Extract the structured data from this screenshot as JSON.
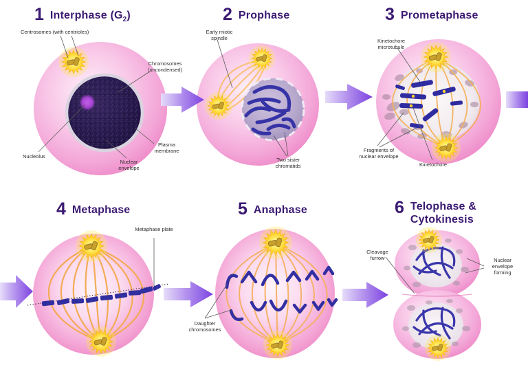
{
  "diagram_type": "mitosis-phases",
  "colors": {
    "title_purple": "#3b1a72",
    "label_text": "#2d2d2d",
    "arrow_light": "#e6dcf9",
    "arrow_dark": "#7c42e0",
    "cell_pink_rim": "#ee86c6",
    "cell_pink_inner": "#fdeef8",
    "interphase_nucleus": "#251a4a",
    "nucleolus_purple": "#a844d4",
    "chromosome_blue": "#3331a4",
    "spindle_orange": "#f2a84e",
    "centrosome_yellow": "#ffd826"
  },
  "panels": [
    {
      "number": "1",
      "title_pre": "Interphase (G",
      "title_sub": "2",
      "title_post": ")",
      "labels": [
        {
          "id": "centrosomes",
          "text": "Centrosomes (with centrioles)"
        },
        {
          "id": "chromosomes-uncondensed",
          "text": "Chromosomes (uncondensed)"
        },
        {
          "id": "plasma-membrane",
          "text": "Plasma membrane"
        },
        {
          "id": "nuclear-envelope",
          "text": "Nuclear envelope"
        },
        {
          "id": "nucleolus",
          "text": "Nucleolus"
        }
      ]
    },
    {
      "number": "2",
      "title_pre": "Prophase",
      "title_sub": "",
      "title_post": "",
      "labels": [
        {
          "id": "early-miotic-spindle",
          "text": "Early miotic spindle"
        },
        {
          "id": "two-sister-chromatids",
          "text": "Two sister chromatids"
        }
      ]
    },
    {
      "number": "3",
      "title_pre": "Prometaphase",
      "title_sub": "",
      "title_post": "",
      "labels": [
        {
          "id": "kinetochore-microtubule",
          "text": "Kinetochore microtubule"
        },
        {
          "id": "fragments-nuclear-envelope",
          "text": "Fragments of nuclear envelope"
        },
        {
          "id": "kinetochore",
          "text": "Kinetochore"
        }
      ]
    },
    {
      "number": "4",
      "title_pre": "Metaphase",
      "title_sub": "",
      "title_post": "",
      "labels": [
        {
          "id": "metaphase-plate",
          "text": "Metaphase plate"
        }
      ]
    },
    {
      "number": "5",
      "title_pre": "Anaphase",
      "title_sub": "",
      "title_post": "",
      "labels": [
        {
          "id": "daughter-chromosomes",
          "text": "Daughter chromosomes"
        }
      ]
    },
    {
      "number": "6",
      "title_pre": "Telophase & Cytokinesis",
      "title_sub": "",
      "title_post": "",
      "labels": [
        {
          "id": "cleavage-furrow",
          "text": "Cleavage furrow"
        },
        {
          "id": "nuclear-envelope-forming",
          "text": "Nuclear envelope forming"
        }
      ]
    }
  ]
}
